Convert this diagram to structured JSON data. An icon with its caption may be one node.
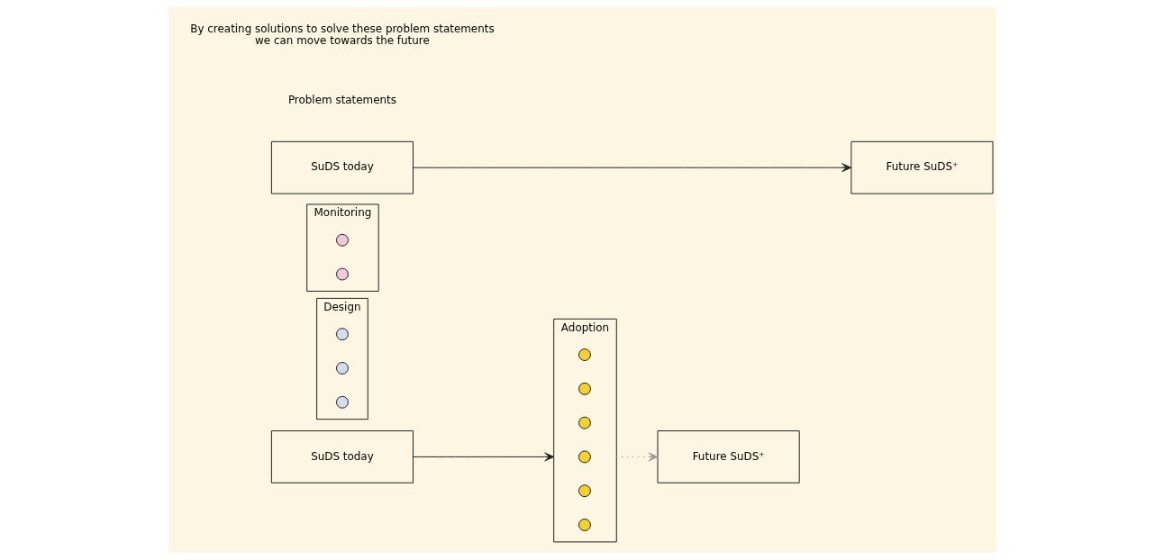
{
  "diagram": {
    "nodes": [
      {
        "text": [
          "SuDS today"
        ]
      },
      {
        "text": [
          "Design"
        ]
      },
      {
        "text": [],
        "shape": "circle",
        "in": 1
      },
      {
        "text": [],
        "shape": "circle",
        "in": 1
      },
      {
        "text": [],
        "shape": "circle",
        "in": 1
      },
      {
        "text": [
          "Adoption"
        ]
      },
      {
        "text": [],
        "shape": "circle",
        "in": 5
      },
      {
        "text": [],
        "shape": "circle",
        "in": 5
      },
      {
        "text": [],
        "shape": "circle",
        "in": 5
      },
      {
        "text": [],
        "shape": "circle",
        "in": 5
      },
      {
        "text": [],
        "shape": "circle",
        "in": 5
      },
      {
        "text": [],
        "shape": "circle",
        "in": 5
      },
      {
        "text": [
          "Future SuDS⁺"
        ]
      },
      {
        "text": [
          "Monitoring"
        ]
      },
      {
        "text": [],
        "shape": "circle",
        "in": 13
      },
      {
        "text": [],
        "shape": "circle",
        "in": 13
      },
      {
        "text": [
          "SuDS today"
        ]
      },
      {
        "text": [
          "Future SuDS⁺"
        ]
      }
    ],
    "edges": [
      {
        "from": 0,
        "to": 5,
        "arrow": "to"
      },
      {
        "from": 5,
        "to": 12,
        "arrow": "to",
        "style": "dashed",
        "color": "#999999"
      },
      {
        "from": 16,
        "to": 17,
        "arrow": "to"
      }
    ],
    "labels": [
      "Problem statements",
      "By creating solutions to solve these problem statements we can move towards the future"
    ]
  }
}
